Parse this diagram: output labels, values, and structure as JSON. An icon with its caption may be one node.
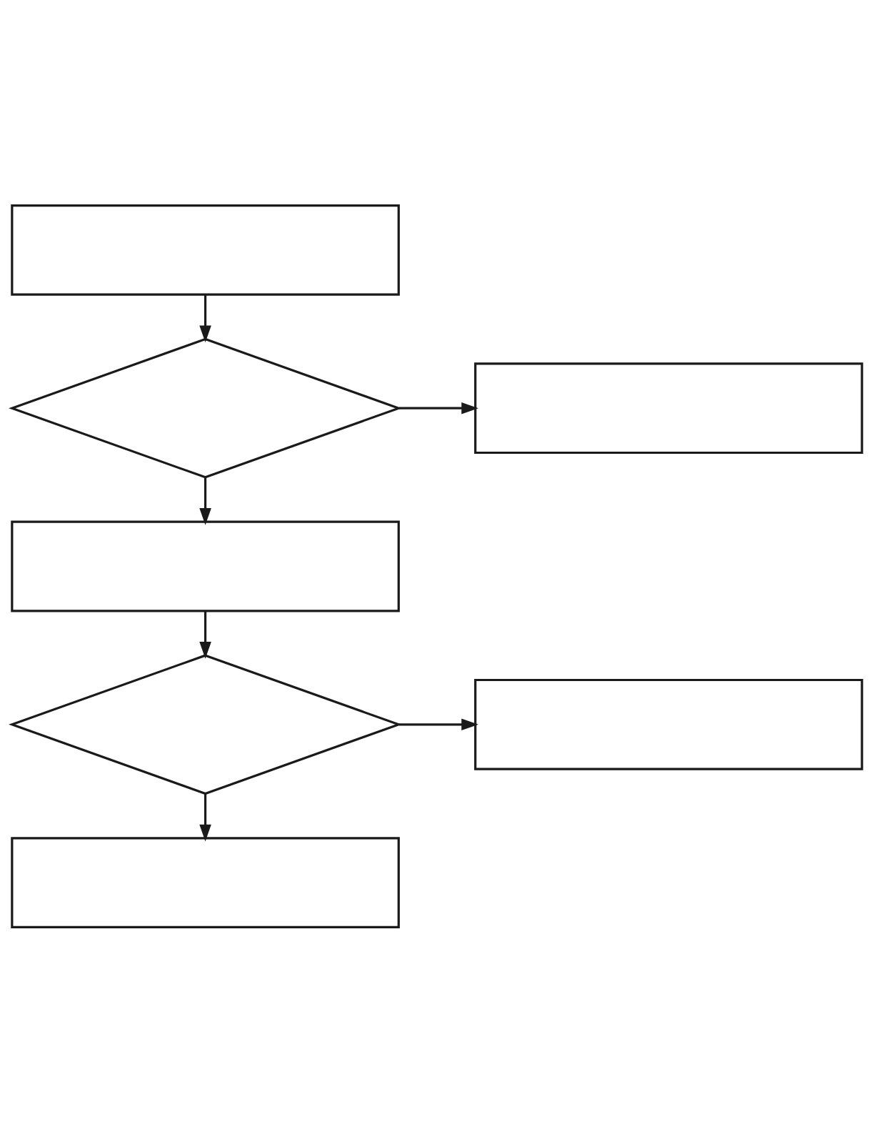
{
  "diagram": {
    "nodes": [
      {
        "text": [],
        "shape": "box"
      },
      {
        "text": [],
        "shape": "diamond"
      },
      {
        "text": [],
        "shape": "box"
      },
      {
        "text": [],
        "shape": "box"
      },
      {
        "text": [],
        "shape": "diamond"
      },
      {
        "text": [],
        "shape": "box"
      },
      {
        "text": [],
        "shape": "box"
      }
    ],
    "edges": [
      {
        "from": 0,
        "to": 1,
        "arrow": "to"
      },
      {
        "from": 1,
        "to": 2,
        "arrow": "to"
      },
      {
        "from": 1,
        "to": 3,
        "arrow": "to"
      },
      {
        "from": 3,
        "to": 4,
        "arrow": "to"
      },
      {
        "from": 4,
        "to": 5,
        "arrow": "to"
      },
      {
        "from": 4,
        "to": 6,
        "arrow": "to"
      }
    ]
  }
}
